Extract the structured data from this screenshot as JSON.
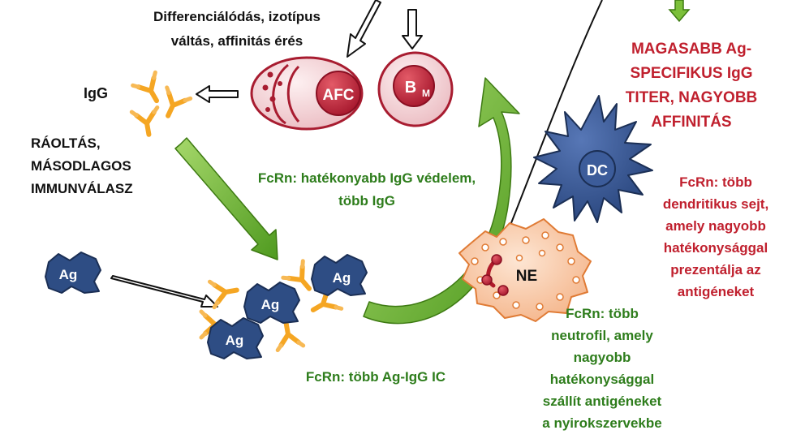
{
  "cells": {
    "afc": "AFC",
    "bm_main": "B",
    "bm_sub": "M",
    "dc": "DC",
    "ne": "NE"
  },
  "labels": {
    "differentiation_line1": "Differenciálódás, izotípus",
    "differentiation_line2": "váltás, affinitás érés",
    "igg": "IgG",
    "booster_line1": "RÁOLTÁS,",
    "booster_line2": "MÁSODLAGOS",
    "booster_line3": "IMMUNVÁLASZ",
    "antigen": "Ag"
  },
  "annotations": {
    "fcrn_igg_line1": "FcRn: hatékonyabb IgG védelem,",
    "fcrn_igg_line2": "több IgG",
    "fcrn_ic": "FcRn: több Ag-IgG IC",
    "fcrn_ne_lines": [
      "FcRn: több",
      "neutrofil, amely",
      "nagyobb",
      "hatékonysággal",
      "szállít antigéneket",
      "a nyirokszervekbe"
    ],
    "fcrn_dc_lines": [
      "FcRn: több",
      "dendritikus sejt,",
      "amely nagyobb",
      "hatékonysággal",
      "prezentálja az",
      "antigéneket"
    ],
    "result_lines": [
      "MAGASABB Ag-",
      "SPECIFIKUS IgG",
      "TITER, NAGYOBB",
      "AFFINITÁS"
    ]
  },
  "colors": {
    "green_text": "#2e7d1c",
    "red_text": "#c0202e",
    "antigen_fill": "#2e4d84",
    "antibody_fill": "#f5a623",
    "plasma_cell_fill": "#f4d4d8",
    "neutrophil_fill": "#f7c9a6",
    "arrow_green": "#7cc03a"
  }
}
